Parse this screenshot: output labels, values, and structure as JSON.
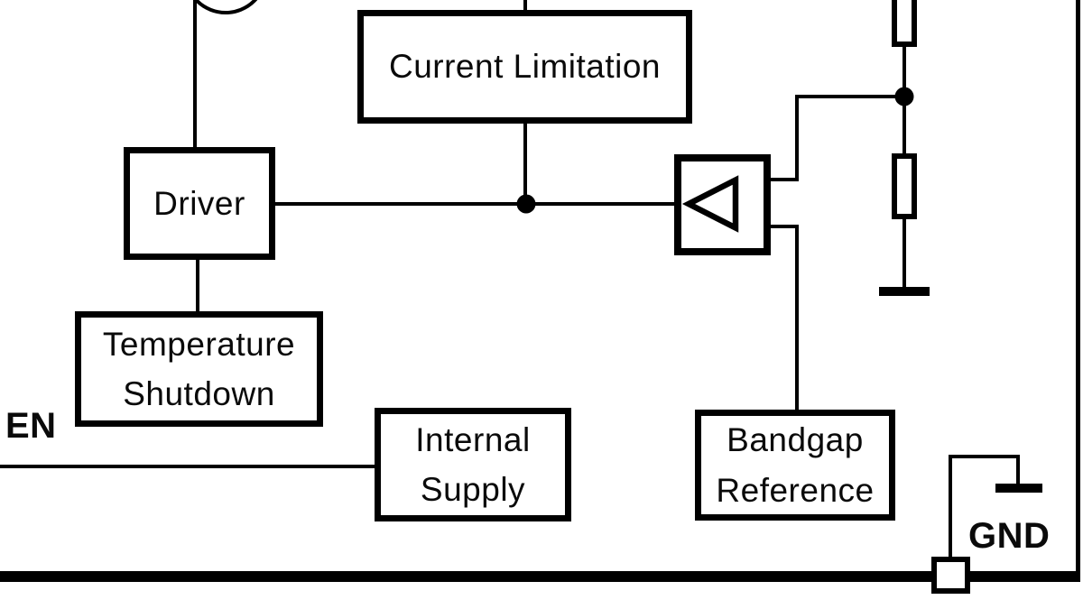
{
  "diagram": {
    "type": "block-diagram",
    "blocks": {
      "current_limitation": {
        "label": "Current Limitation"
      },
      "driver": {
        "label": "Driver"
      },
      "temperature_shutdown": {
        "line1": "Temperature",
        "line2": "Shutdown"
      },
      "internal_supply": {
        "line1": "Internal",
        "line2": "Supply"
      },
      "bandgap_reference": {
        "line1": "Bandgap",
        "line2": "Reference"
      }
    },
    "pins": {
      "en": {
        "label": "EN"
      },
      "gnd": {
        "label": "GND"
      }
    },
    "symbols": [
      "pass-device-circle",
      "error-amplifier-triangle",
      "feedback-resistor-top",
      "feedback-resistor-bottom",
      "junction-dot-driver-output",
      "junction-dot-feedback-node",
      "ground-symbol-feedback",
      "ground-symbol-gnd-pin",
      "gnd-pin-pad"
    ],
    "colors": {
      "line": "#000000",
      "background": "#ffffff",
      "text": "#0a0a0a"
    }
  }
}
